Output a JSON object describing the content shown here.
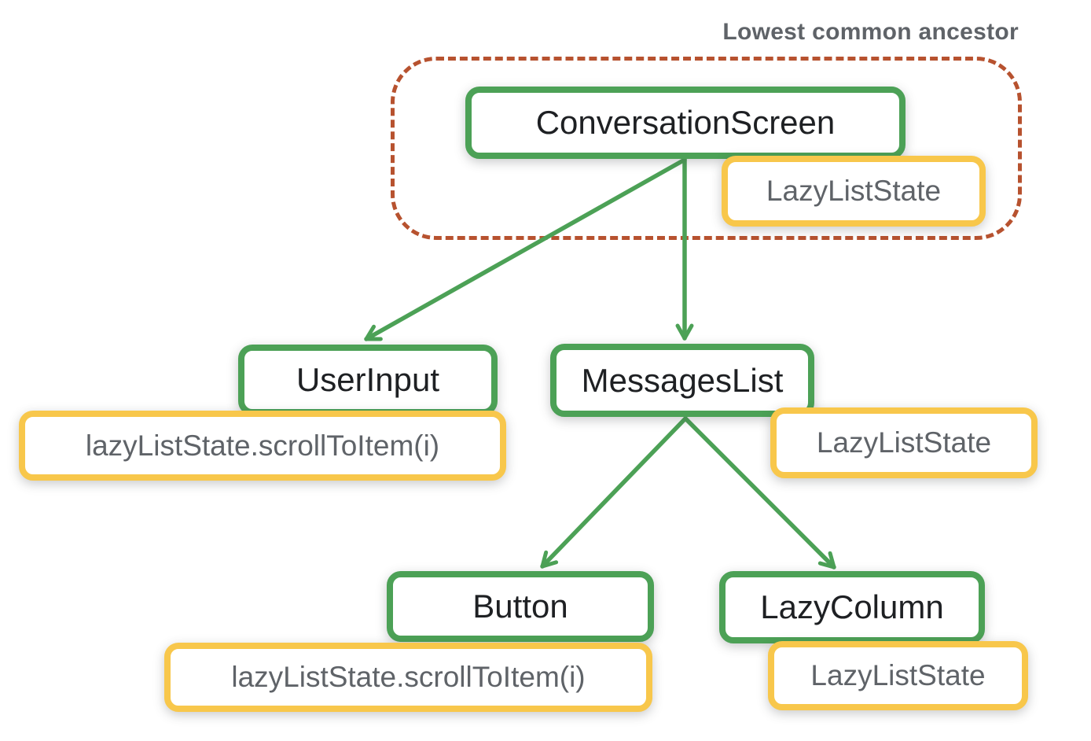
{
  "diagram": {
    "annotation": "Lowest common ancestor",
    "nodes": {
      "conversation_screen": "ConversationScreen",
      "user_input": "UserInput",
      "messages_list": "MessagesList",
      "button": "Button",
      "lazy_column": "LazyColumn"
    },
    "states": {
      "conversation_screen_state": "LazyListState",
      "messages_list_state": "LazyListState",
      "lazy_column_state": "LazyListState",
      "user_input_call": "lazyListState.scrollToItem(i)",
      "button_call": "lazyListState.scrollToItem(i)"
    },
    "edges": [
      {
        "from": "ConversationScreen",
        "to": "UserInput"
      },
      {
        "from": "ConversationScreen",
        "to": "MessagesList"
      },
      {
        "from": "MessagesList",
        "to": "Button"
      },
      {
        "from": "MessagesList",
        "to": "LazyColumn"
      }
    ]
  },
  "colors": {
    "node_border": "#4CA156",
    "state_border": "#F8C74B",
    "ancestor_outline": "#B7522F",
    "annotation_text": "#5F6368",
    "node_text": "#1E2023",
    "state_text": "#5F6368",
    "arrow": "#4CA156",
    "background": "#FFFFFF",
    "box_fill": "#FFFFFF"
  }
}
